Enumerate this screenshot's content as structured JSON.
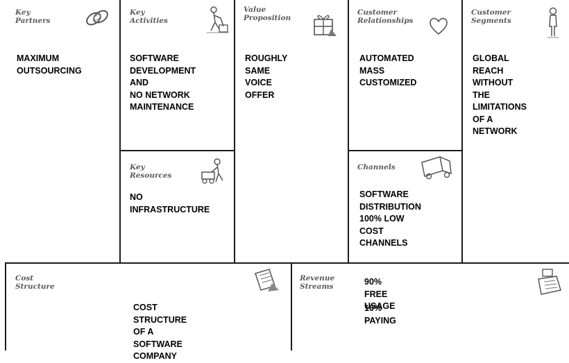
{
  "canvas": {
    "key_partners": {
      "title": "Key\nPartners",
      "content": "MAXIMUM\nOUTSOURCING",
      "icon": "links-icon"
    },
    "key_activities": {
      "title": "Key\nActivities",
      "content": "SOFTWARE\nDEVELOPMENT AND\nNO NETWORK\nMAINTENANCE",
      "icon": "worker-icon"
    },
    "key_resources": {
      "title": "Key\nResources",
      "content": "NO\nINFRASTRUCTURE",
      "icon": "worker-cart-icon"
    },
    "value_proposition": {
      "title": "Value\nProposition",
      "content": "ROUGHLY SAME\nVOICE OFFER",
      "icon": "gift-icon"
    },
    "customer_relationships": {
      "title": "Customer\nRelationships",
      "content": "AUTOMATED MASS\nCUSTOMIZED",
      "icon": "heart-icon"
    },
    "channels": {
      "title": "Channels",
      "content": "SOFTWARE\nDISTRIBUTION\n100% LOW COST\nCHANNELS",
      "icon": "truck-icon"
    },
    "customer_segments": {
      "title": "Customer\nSegments",
      "content": "GLOBAL REACH\nWITHOUT THE\nLIMITATIONS OF A\nNETWORK",
      "icon": "person-icon"
    },
    "cost_structure": {
      "title": "Cost\nStructure",
      "content": "COST STRUCTURE OF A\nSOFTWARE COMPANY",
      "icon": "receipt-icon"
    },
    "revenue_streams": {
      "title": "Revenue\nStreams",
      "content_line_1": "90% FREE USAGE",
      "content_line_2": "10% PAYING",
      "icon": "cash-register-icon"
    }
  }
}
